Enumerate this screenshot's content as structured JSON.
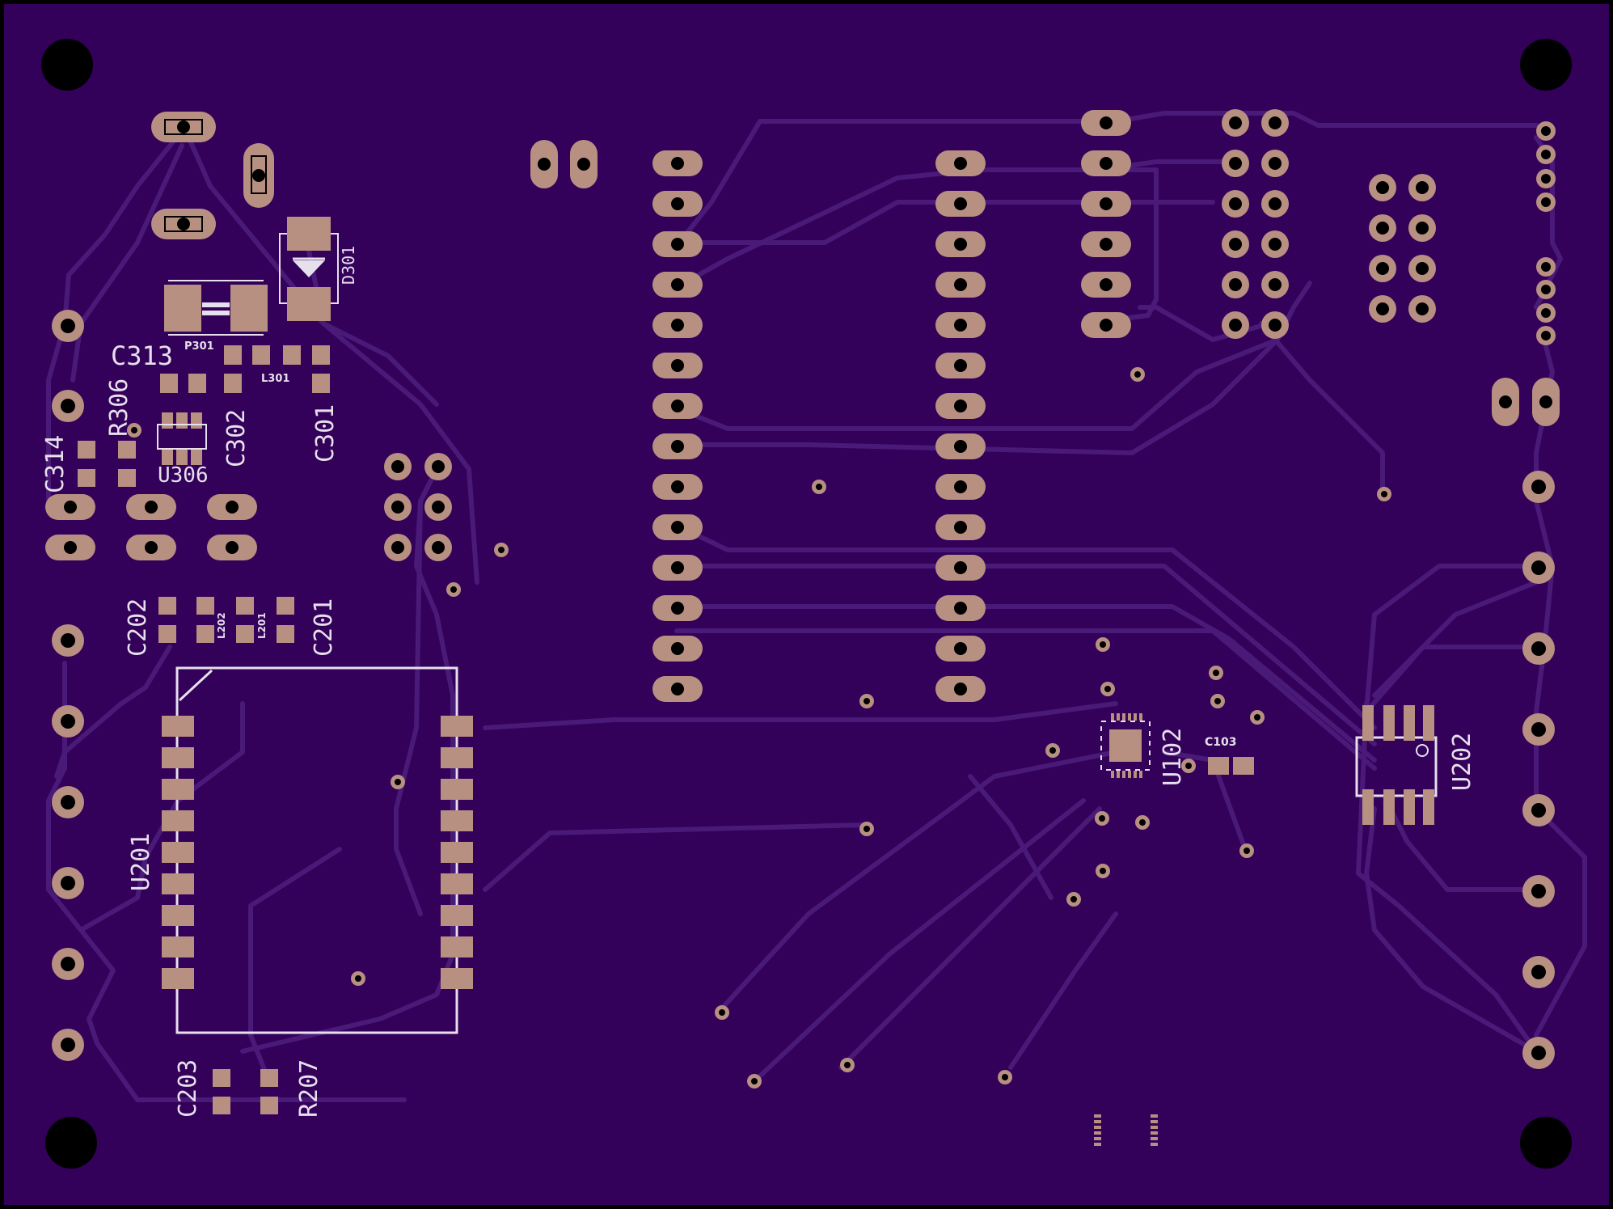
{
  "colors": {
    "board": "#33005a",
    "trace": "#4a1a78",
    "copper": "#b89081",
    "drill": "#000000",
    "silk": "#e6e0ec"
  },
  "labels": {
    "c313": "C313",
    "p301": "P301",
    "d301": "D301",
    "l301": "L301",
    "r306": "R306",
    "c314": "C314",
    "c302": "C302",
    "c301": "C301",
    "u306": "U306",
    "c202": "C202",
    "l202": "L202",
    "l201": "L201",
    "c201": "C201",
    "u201": "U201",
    "c203": "C203",
    "r207": "R207",
    "u102": "U102",
    "c103": "C103",
    "u202": "U202"
  }
}
